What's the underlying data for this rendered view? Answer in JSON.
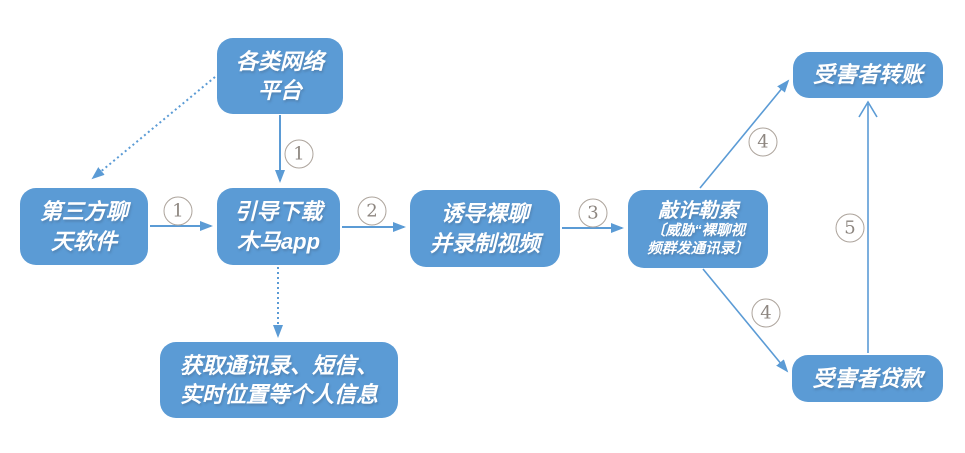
{
  "diagram": {
    "type": "flowchart",
    "colors": {
      "node_fill": "#5B9BD5",
      "node_text": "#FFFFFF",
      "arrow": "#5B9BD5",
      "step_label": "#8D8680"
    },
    "nodes": {
      "platform": {
        "lines": [
          "各类网络",
          "平台"
        ]
      },
      "chat": {
        "lines": [
          "第三方聊",
          "天软件"
        ]
      },
      "trojan": {
        "lines": [
          "引导下载",
          "木马app"
        ]
      },
      "nudechat": {
        "lines": [
          "诱导裸聊",
          "并录制视频"
        ]
      },
      "extort": {
        "title": "敲诈勒索",
        "sub_lines": [
          "〔威胁“裸聊视",
          "频群发通讯录〕"
        ]
      },
      "transfer": {
        "lines": [
          "受害者转账"
        ]
      },
      "loan": {
        "lines": [
          "受害者贷款"
        ]
      },
      "info": {
        "lines": [
          "获取通讯录、短信、",
          "实时位置等个人信息"
        ]
      }
    },
    "edge_labels": {
      "platform_to_trojan": "1",
      "chat_to_trojan": "1",
      "trojan_to_nudechat": "2",
      "nudechat_to_extort": "3",
      "extort_to_transfer": "4",
      "extort_to_loan": "4",
      "loan_to_transfer": "5"
    }
  }
}
